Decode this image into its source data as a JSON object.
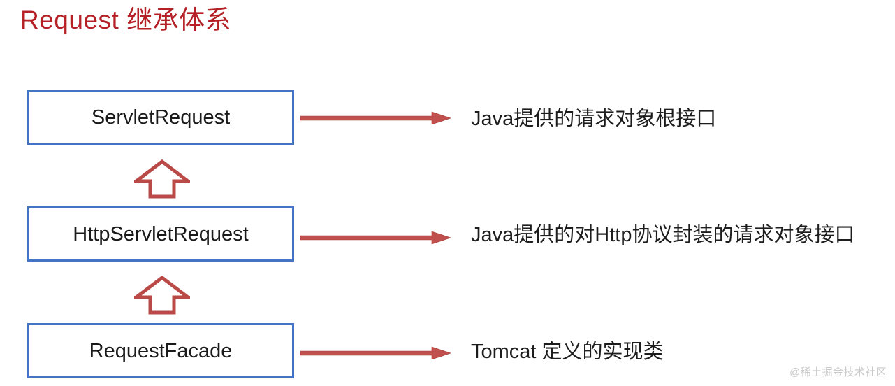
{
  "slide": {
    "title": "Request 继承体系",
    "title_color": "#b42025",
    "background_color": "#ffffff",
    "watermark": "@稀土掘金技术社区"
  },
  "palette": {
    "box_border": "#4472c4",
    "arrow_red": "#c0504d",
    "inherit_arrow_outline": "#b94a48",
    "text": "#1a1a1a",
    "watermark": "#c9c9c9"
  },
  "hierarchy": {
    "nodes": [
      {
        "label": "ServletRequest",
        "annotation": "Java提供的请求对象根接口"
      },
      {
        "label": "HttpServletRequest",
        "annotation": "Java提供的对Http协议封装的请求对象接口"
      },
      {
        "label": "RequestFacade",
        "annotation": "Tomcat 定义的实现类"
      }
    ],
    "inherit_arrows": [
      {
        "from": "HttpServletRequest",
        "to": "ServletRequest",
        "direction": "up"
      },
      {
        "from": "RequestFacade",
        "to": "HttpServletRequest",
        "direction": "up"
      }
    ]
  }
}
